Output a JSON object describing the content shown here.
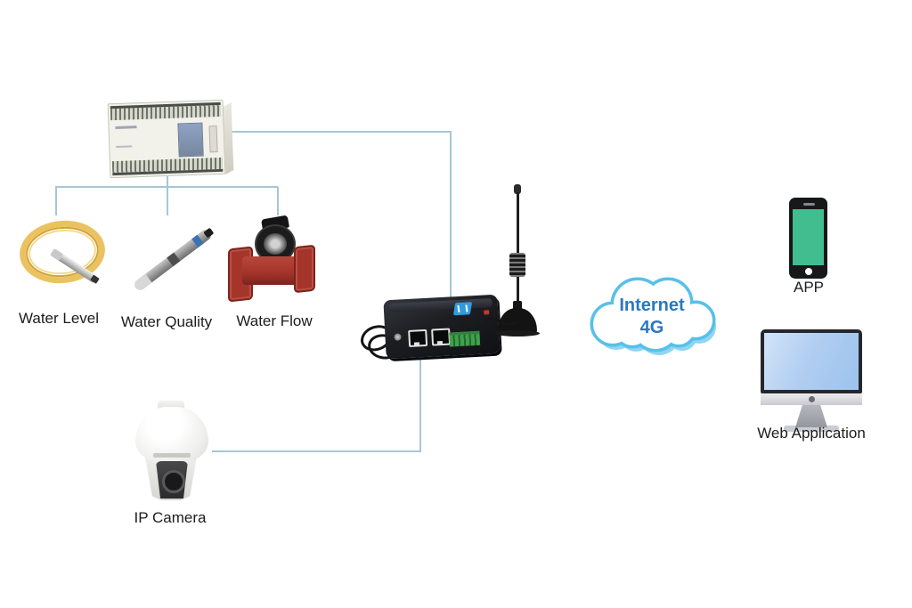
{
  "colors": {
    "canvas-bg": "#ffffff",
    "connector": "#a6c7d4",
    "cloud-border": "#57c0ea",
    "cloud-shadow": "#90d5f3",
    "cloud-fill": "#ffffff",
    "cloud-text": "#2a78c2",
    "phone-screen-green": "#41bd90",
    "imac-screen-blue": "#9cc3ec",
    "flow-meter-red": "#a5352b",
    "cable-yellow": "#eac360",
    "label-text": "#1c1c1c"
  },
  "labels": {
    "water_level": "Water Level",
    "water_quality": "Water Quality",
    "water_flow": "Water Flow",
    "ip_camera": "IP Camera",
    "app": "APP",
    "web_application": "Web Application"
  },
  "cloud": {
    "line1": "Internet",
    "line2": "4G"
  },
  "icons": {
    "plc-controller-icon": "css-shape",
    "water-level-sensor-icon": "css-shape",
    "water-quality-probe-icon": "css-shape",
    "water-flow-meter-icon": "css-shape",
    "ip-camera-icon": "css-shape",
    "router-4g-icon": "css-shape",
    "antenna-icon": "css-shape",
    "cloud-icon": "svg-shape",
    "smartphone-icon": "css-shape",
    "desktop-computer-icon": "css-shape"
  }
}
